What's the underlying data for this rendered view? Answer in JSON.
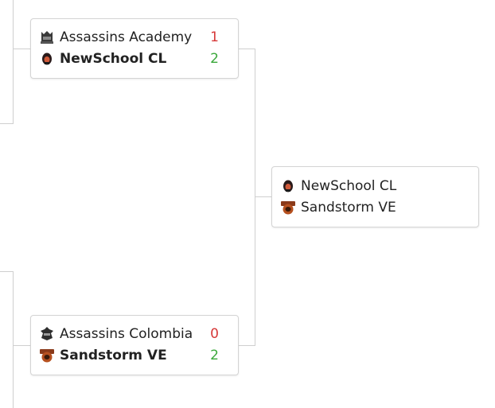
{
  "colors": {
    "loser_score": "#d63838",
    "winner_score": "#3aa83a",
    "connector": "#cfcfcf",
    "border": "#d4d4d4"
  },
  "matches": [
    {
      "teams": [
        {
          "name": "Assassins Academy",
          "score": "1",
          "logo": "assassins-academy-logo",
          "winner": false
        },
        {
          "name": "NewSchool CL",
          "score": "2",
          "logo": "newschool-cl-logo",
          "winner": true
        }
      ]
    },
    {
      "teams": [
        {
          "name": "Assassins Colombia",
          "score": "0",
          "logo": "assassins-colombia-logo",
          "winner": false
        },
        {
          "name": "Sandstorm VE",
          "score": "2",
          "logo": "sandstorm-ve-logo",
          "winner": true
        }
      ]
    },
    {
      "teams": [
        {
          "name": "NewSchool CL",
          "score": "",
          "logo": "newschool-cl-logo",
          "winner": false
        },
        {
          "name": "Sandstorm VE",
          "score": "",
          "logo": "sandstorm-ve-logo",
          "winner": false
        }
      ]
    }
  ]
}
